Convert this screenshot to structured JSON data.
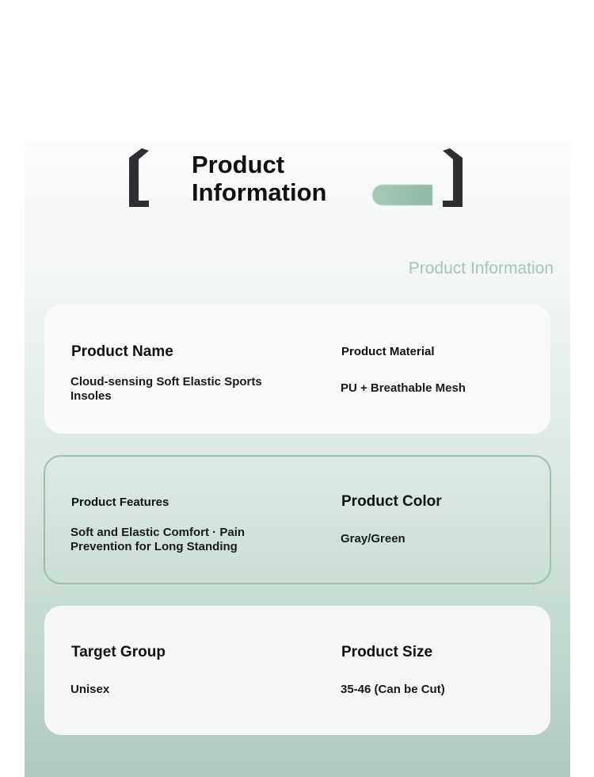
{
  "header": {
    "title_line1": "Product",
    "title_line2": "Information",
    "subtitle": "Product Information"
  },
  "cards": [
    {
      "left_label": "Product Name",
      "left_value": "Cloud-sensing Soft Elastic Sports Insoles",
      "right_label": "Product Material",
      "right_value": "PU + Breathable Mesh"
    },
    {
      "left_label": "Product Features",
      "left_value": "Soft and Elastic Comfort · Pain Prevention for Long Standing",
      "right_label": "Product Color",
      "right_value": "Gray/Green"
    },
    {
      "left_label": "Target Group",
      "left_value": "Unisex",
      "right_label": "Product Size",
      "right_value": "35-46 (Can be Cut)"
    }
  ],
  "colors": {
    "accent": "#9cbfae",
    "bracket": "#2e2e33"
  }
}
